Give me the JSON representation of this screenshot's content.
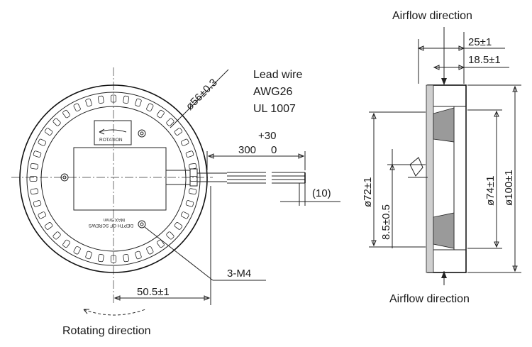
{
  "labels": {
    "airflow_top": "Airflow direction",
    "airflow_bottom": "Airflow direction",
    "lead_wire": "Lead wire",
    "awg": "AWG26",
    "ul": "UL 1007",
    "dia_56": "ø56±0.3",
    "plus30": "+30",
    "len300": "300",
    "len0": "0",
    "len10": "(10)",
    "m4": "3-M4",
    "dim_50_5": "50.5±1",
    "rotating": "Rotating direction",
    "dim_25": "25±1",
    "dim_18_5": "18.5±1",
    "dia_72": "ø72±1",
    "dim_8_5": "8.5±0.5",
    "dia_74": "ø74±1",
    "dia_100": "ø100±1",
    "rotation_tag": "ROTATION",
    "screw_line1": "DEPTH OF SCREWS",
    "screw_line2": "MAX.5mm"
  },
  "colors": {
    "line": "#222222",
    "fill_gray": "#cfcfcf",
    "fill_dark": "#9a9a9a"
  }
}
